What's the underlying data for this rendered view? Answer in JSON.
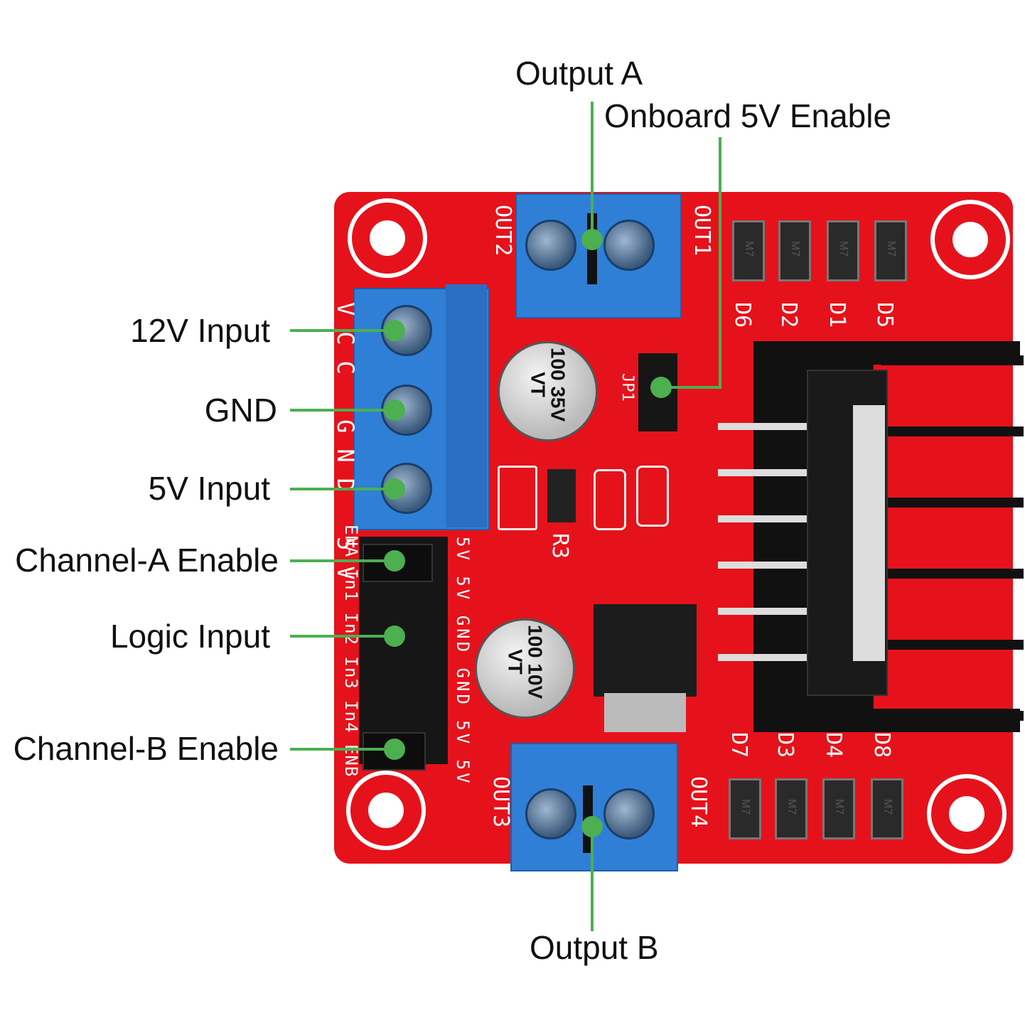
{
  "labels": {
    "output_a": "Output A",
    "onboard_5v_enable": "Onboard 5V Enable",
    "input_12v": "12V Input",
    "gnd": "GND",
    "input_5v": "5V Input",
    "channel_a_enable": "Channel-A Enable",
    "logic_input": "Logic Input",
    "channel_b_enable": "Channel-B Enable",
    "output_b": "Output B"
  },
  "board": {
    "out1": "OUT1",
    "out2": "OUT2",
    "out3": "OUT3",
    "out4": "OUT4",
    "power_pins": "VCC GND 5V",
    "logic_pins": "ENA In1 In2 In3 In4 ENB",
    "header_right": "5V 5V GND GND 5V 5V",
    "diodes_top": [
      "D6",
      "D2",
      "D1",
      "D5"
    ],
    "diodes_bottom": [
      "D7",
      "D3",
      "D4",
      "D8"
    ],
    "diode_marking": "M7",
    "r3": "R3",
    "jp1": "JP1",
    "cap1": "100 35V VT",
    "cap2": "100 10V VT"
  },
  "colors": {
    "board": "#e5121b",
    "terminal": "#2f7fd6",
    "callout": "#4caf50"
  }
}
